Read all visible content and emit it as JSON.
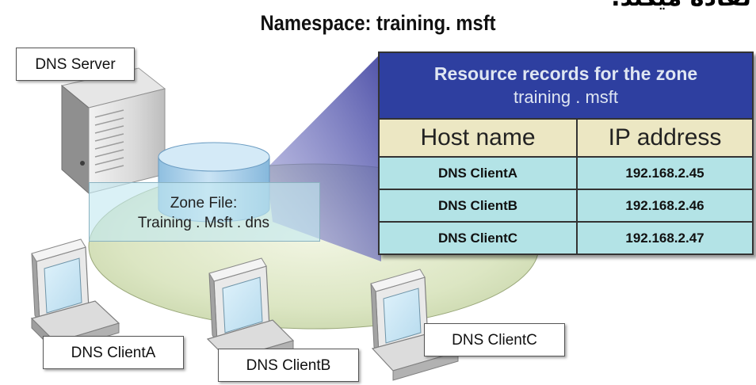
{
  "corner_text": "تفاده میکند.",
  "title": "Namespace: training. msft",
  "server_label": "DNS Server",
  "zone_file": {
    "line1": "Zone File:",
    "line2": "Training . Msft . dns"
  },
  "table": {
    "heading_line1": "Resource records for the zone",
    "heading_line2": "training . msft",
    "col_host": "Host name",
    "col_ip": "IP address",
    "rows": [
      {
        "host": "DNS ClientA",
        "ip": "192.168.2.45"
      },
      {
        "host": "DNS ClientB",
        "ip": "192.168.2.46"
      },
      {
        "host": "DNS ClientC",
        "ip": "192.168.2.47"
      }
    ]
  },
  "clients": [
    {
      "label": "DNS ClientA"
    },
    {
      "label": "DNS ClientB"
    },
    {
      "label": "DNS ClientC"
    }
  ],
  "colors": {
    "table_header_bg": "#2e3fa0",
    "column_header_bg": "#ece7c3",
    "data_row_bg": "#b3e3e6",
    "zone_ellipse": "#dde7c4",
    "database_cylinder": "#a9cfe9",
    "callout_wedge": "#4a4cae"
  },
  "icons": [
    "server-tower-icon",
    "database-cylinder-icon",
    "desktop-computer-icon"
  ]
}
